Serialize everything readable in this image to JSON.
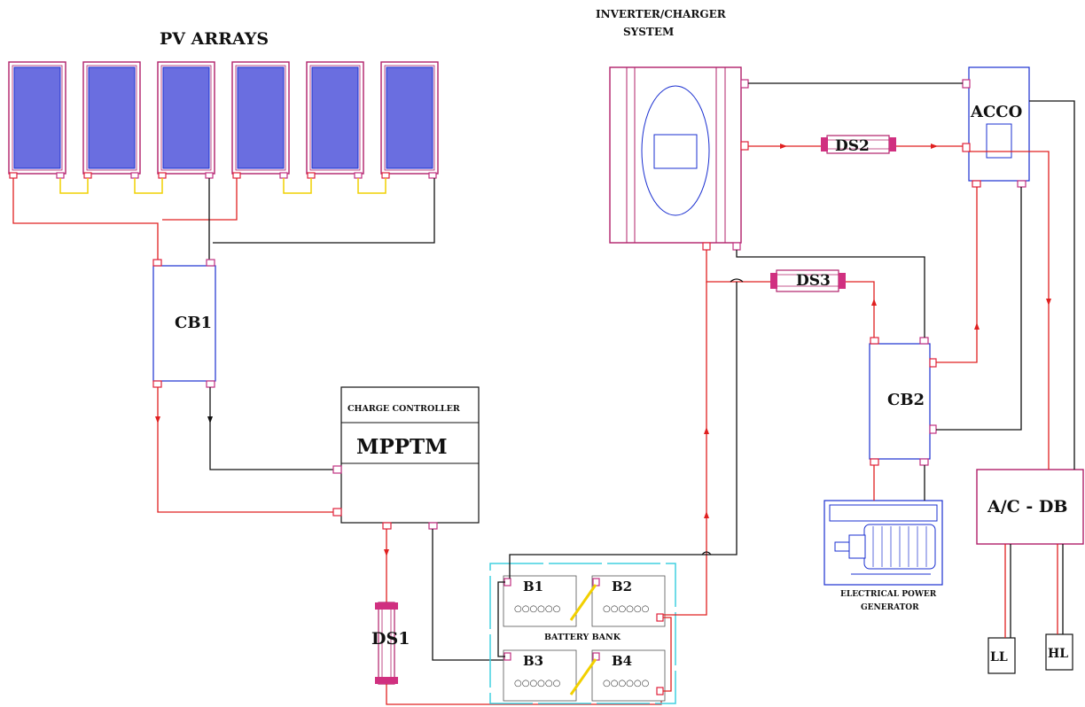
{
  "titles": {
    "pv_arrays": "PV ARRAYS",
    "inverter_line1": "INVERTER/CHARGER",
    "inverter_line2": "SYSTEM"
  },
  "components": {
    "cb1": "CB1",
    "cb2": "CB2",
    "charge_controller": "CHARGE CONTROLLER",
    "mpptm": "MPPTM",
    "ds1": "DS1",
    "ds2": "DS2",
    "ds3": "DS3",
    "acco": "ACCO",
    "acdb": "A/C - DB",
    "generator_line1": "ELECTRICAL POWER",
    "generator_line2": "GENERATOR",
    "ll": "LL",
    "hl": "HL"
  },
  "battery_bank": {
    "label": "BATTERY BANK",
    "batteries": [
      "B1",
      "B2",
      "B3",
      "B4"
    ],
    "cell_dots": "○○○○○○"
  },
  "colors": {
    "positive_wire": "#e02020",
    "negative_wire": "#111111",
    "series_link": "#f0d000",
    "panel_fill": "#6a6ee0",
    "frame": "#b0206a",
    "inner_outline": "#1a2fd0",
    "battery_frame": "#40d0e0"
  }
}
